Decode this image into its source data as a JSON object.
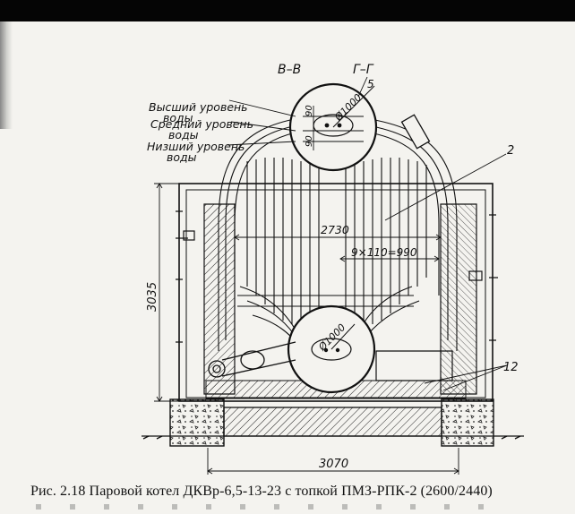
{
  "labels": {
    "section_b": "В–В",
    "section_g": "Г–Г",
    "num_5": "5",
    "num_2": "2",
    "num_12": "12",
    "water_high_line1": "Высший уровень",
    "water_high_line2": "воды",
    "water_mid_line1": "Средний уровень",
    "water_mid_line2": "воды",
    "water_low_line1": "Низший уровень",
    "water_low_line2": "воды",
    "dim_90_top": "90",
    "dim_90_bottom": "90",
    "dim_upper_drum": "Ø1000",
    "dim_lower_drum": "Ø1000",
    "dim_2730": "2730",
    "dim_pitch": "9×110=990",
    "dim_3035": "3035",
    "dim_3070": "3070"
  },
  "caption": "Рис. 2.18 Паровой котел ДКВр-6,5-13-23 с топкой ПМЗ-РПК-2 (2600/2440)"
}
